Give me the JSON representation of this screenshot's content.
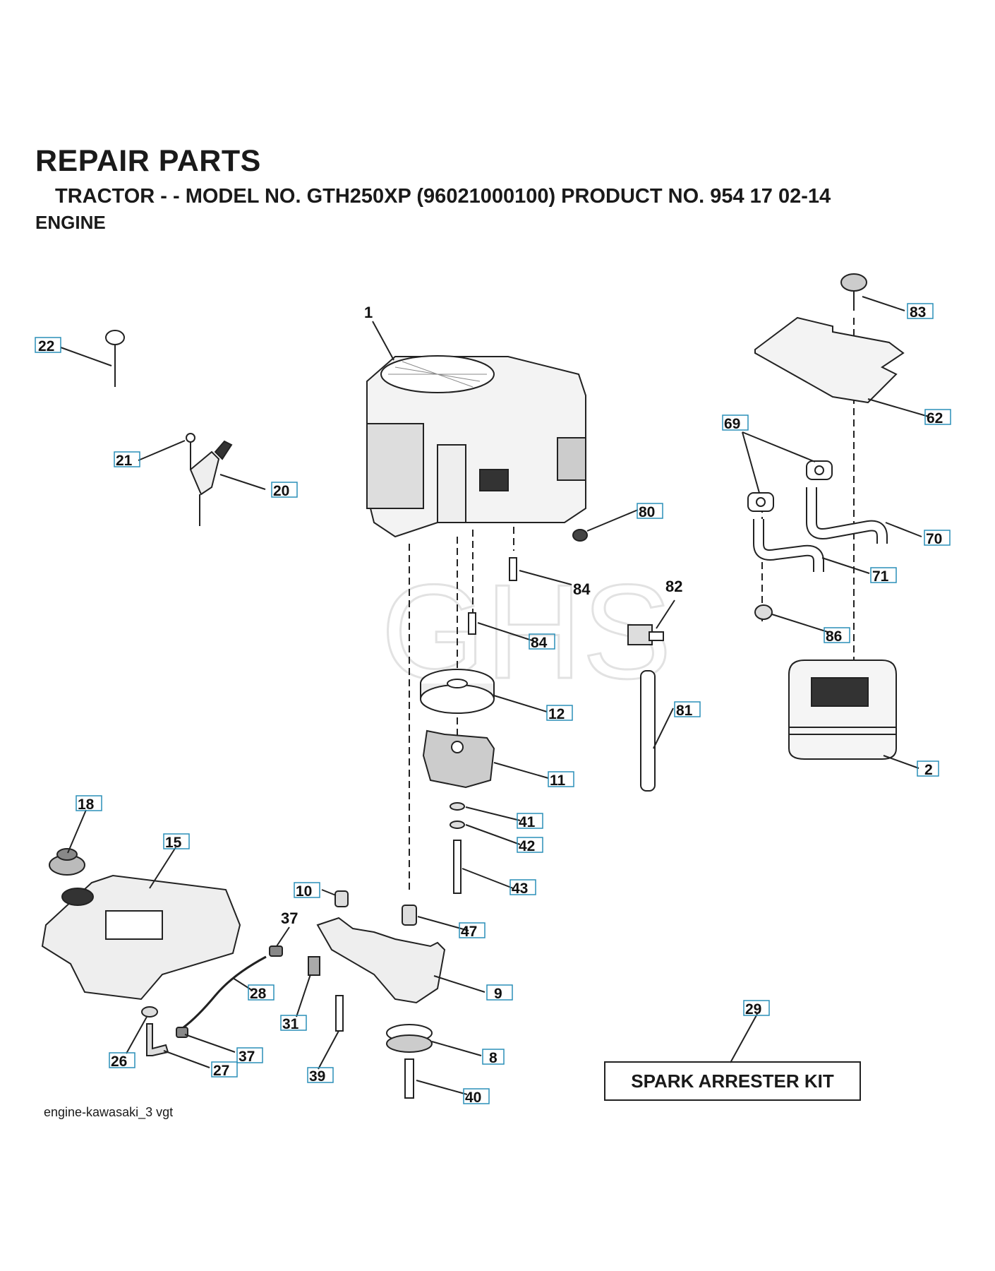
{
  "header": {
    "title": "REPAIR PARTS",
    "subtitle": "TRACTOR - - MODEL NO. GTH250XP (96021000100) PRODUCT NO. 954 17 02-14",
    "section": "ENGINE"
  },
  "footer": {
    "drawing_id": "engine-kawasaki_3 vgt",
    "kit_label": "SPARK ARRESTER KIT"
  },
  "watermark": "GHS",
  "callouts": [
    {
      "id": "c1",
      "label": "1",
      "boxed": false
    },
    {
      "id": "c22",
      "label": "22",
      "boxed": true
    },
    {
      "id": "c21",
      "label": "21",
      "boxed": true
    },
    {
      "id": "c20",
      "label": "20",
      "boxed": true
    },
    {
      "id": "c83",
      "label": "83",
      "boxed": true
    },
    {
      "id": "c62",
      "label": "62",
      "boxed": true
    },
    {
      "id": "c69",
      "label": "69",
      "boxed": true
    },
    {
      "id": "c70",
      "label": "70",
      "boxed": true
    },
    {
      "id": "c71",
      "label": "71",
      "boxed": true
    },
    {
      "id": "c80",
      "label": "80",
      "boxed": true
    },
    {
      "id": "c84a",
      "label": "84",
      "boxed": false
    },
    {
      "id": "c84b",
      "label": "84",
      "boxed": true
    },
    {
      "id": "c82",
      "label": "82",
      "boxed": false
    },
    {
      "id": "c86",
      "label": "86",
      "boxed": true
    },
    {
      "id": "c12",
      "label": "12",
      "boxed": true
    },
    {
      "id": "c81",
      "label": "81",
      "boxed": true
    },
    {
      "id": "c11",
      "label": "11",
      "boxed": true
    },
    {
      "id": "c2",
      "label": "2",
      "boxed": true
    },
    {
      "id": "c41",
      "label": "41",
      "boxed": true
    },
    {
      "id": "c42",
      "label": "42",
      "boxed": true
    },
    {
      "id": "c43",
      "label": "43",
      "boxed": true
    },
    {
      "id": "c18",
      "label": "18",
      "boxed": true
    },
    {
      "id": "c15",
      "label": "15",
      "boxed": true
    },
    {
      "id": "c10",
      "label": "10",
      "boxed": true
    },
    {
      "id": "c37a",
      "label": "37",
      "boxed": false
    },
    {
      "id": "c47",
      "label": "47",
      "boxed": true
    },
    {
      "id": "c9",
      "label": "9",
      "boxed": true
    },
    {
      "id": "c28",
      "label": "28",
      "boxed": true
    },
    {
      "id": "c31",
      "label": "31",
      "boxed": true
    },
    {
      "id": "c29",
      "label": "29",
      "boxed": true
    },
    {
      "id": "c26",
      "label": "26",
      "boxed": true
    },
    {
      "id": "c37b",
      "label": "37",
      "boxed": true
    },
    {
      "id": "c27",
      "label": "27",
      "boxed": true
    },
    {
      "id": "c39",
      "label": "39",
      "boxed": true
    },
    {
      "id": "c8",
      "label": "8",
      "boxed": true
    },
    {
      "id": "c40",
      "label": "40",
      "boxed": true
    }
  ]
}
